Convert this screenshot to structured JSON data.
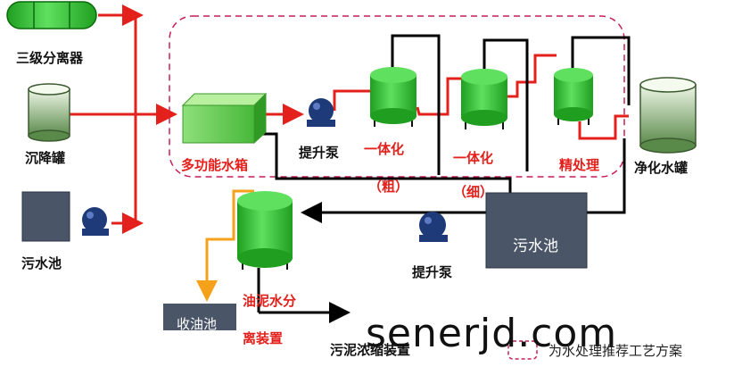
{
  "inputs": {
    "separator": "三级分离器",
    "settling_tank": "沉降罐",
    "sewage_pool_left": "污水池"
  },
  "process": {
    "multi_tank": "多功能水箱",
    "lift_pump_top": "提升泵",
    "integrated_1": "一体化",
    "coarse": "（粗）",
    "integrated_2": "一体化",
    "fine": "（细）",
    "fine_treatment": "精处理",
    "clean_tank": "净化水罐"
  },
  "return_loop": {
    "sewage_pool": "污水池",
    "lift_pump_bottom": "提升泵",
    "oil_sludge_separator_line1": "油泥水分",
    "oil_sludge_separator_line2": "离装置",
    "oil_collection": "收油池",
    "sludge_thickener": "污泥浓缩装置"
  },
  "watermark": "senerjd.com",
  "legend": {
    "text": "为水处理推荐工艺方案"
  },
  "colors": {
    "pipe_red": "#e3201b",
    "pipe_black": "#000000",
    "pipe_orange": "#f5a21a",
    "vessel_green": "#3cc93c",
    "dashed_border": "#c81e5a",
    "pool_fill": "#4a5568",
    "pump_blue": "#1f3a78"
  }
}
